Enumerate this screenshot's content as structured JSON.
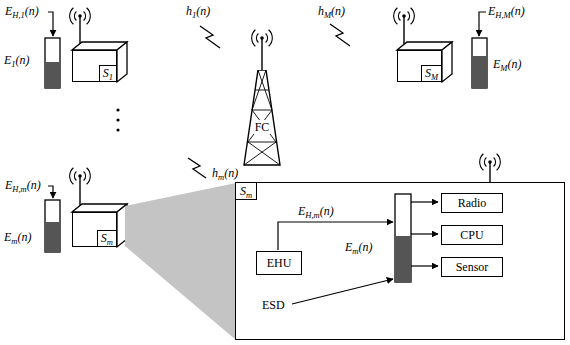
{
  "diagram": {
    "nodes": [
      {
        "text": [
          "S1"
        ]
      },
      {
        "text": [
          "FC"
        ]
      },
      {
        "text": [
          "SM"
        ]
      },
      {
        "text": [
          "Sm"
        ]
      },
      {
        "text": [
          "Sm"
        ]
      },
      {
        "text": [
          "EHU"
        ],
        "in": 4
      },
      {
        "text": [
          "Radio"
        ],
        "in": 4
      },
      {
        "text": [
          "CPU"
        ],
        "in": 4
      },
      {
        "text": [
          "Sensor"
        ],
        "in": 4
      }
    ],
    "labels": [
      "EH,1(n)",
      "E1(n)",
      "h1(n)",
      "hM(n)",
      "EH,M(n)",
      "EM(n)",
      "hm(n)",
      "EH,m(n)",
      "Em(n)",
      "EH,m(n)",
      "Em(n)",
      "ESD"
    ]
  }
}
